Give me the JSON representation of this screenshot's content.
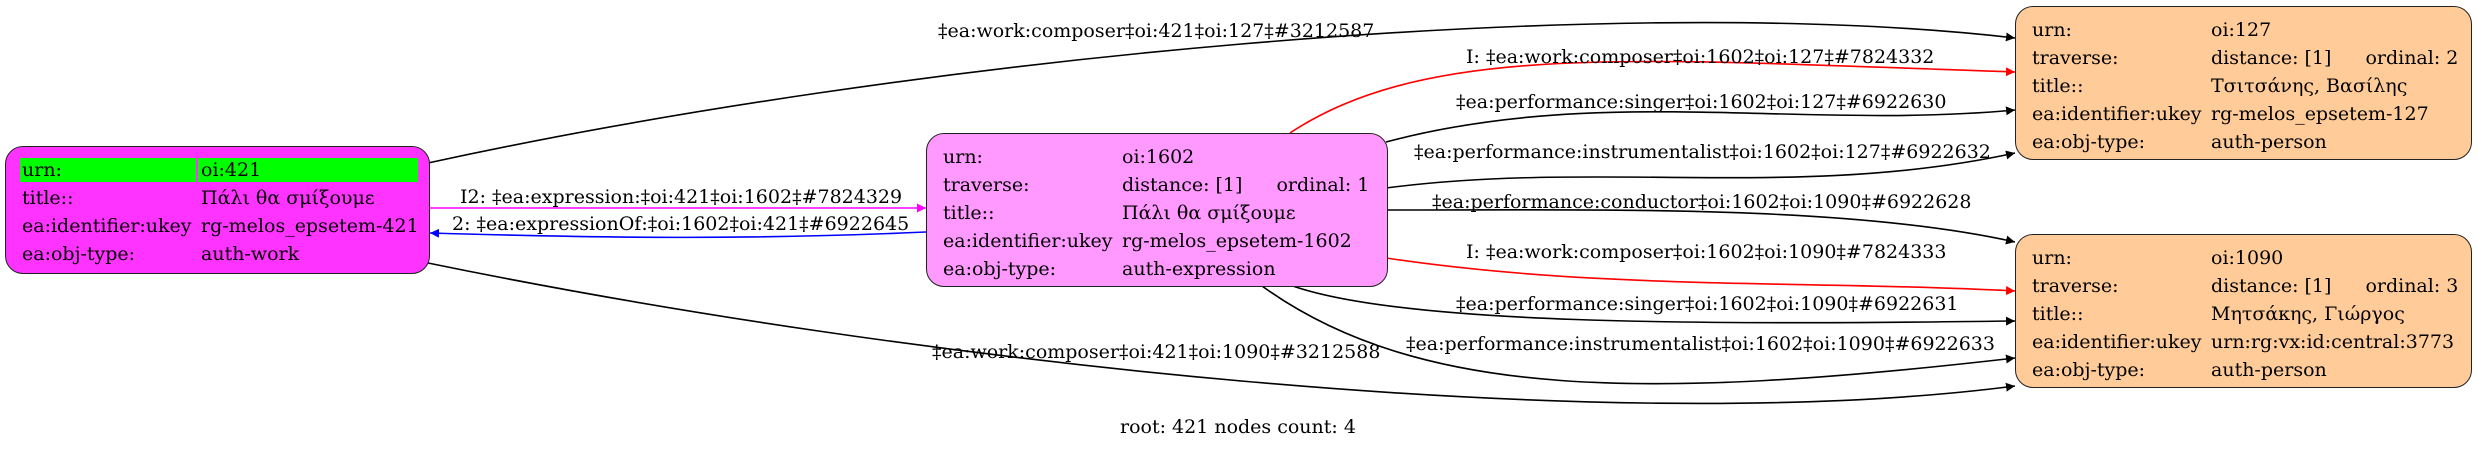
{
  "graph": {
    "footer": "root: 421 nodes count: 4",
    "colors": {
      "root_node_fill": "#ff33ff",
      "root_highlight": "#00ff00",
      "expression_node_fill": "#ff99ff",
      "person_node_fill": "#ffcc99",
      "edge_default": "#000000",
      "edge_composer_inferred": "#ff0000",
      "edge_expression": "#ff00ff",
      "edge_expression_of": "#0000ff"
    },
    "nodes": {
      "n421": {
        "rows": [
          {
            "key": "urn:",
            "value": "oi:421"
          },
          {
            "key": "title::",
            "value": "Πάλι θα σμίξουμε"
          },
          {
            "key": "ea:identifier:ukey",
            "value": "rg-melos_epsetem-421"
          },
          {
            "key": "ea:obj-type:",
            "value": "auth-work"
          }
        ]
      },
      "n1602": {
        "rows": [
          {
            "key": "urn:",
            "value": "oi:1602"
          },
          {
            "key": "traverse:",
            "value": "distance: [1]",
            "value2": "ordinal: 1"
          },
          {
            "key": "title::",
            "value": "Πάλι θα σμίξουμε"
          },
          {
            "key": "ea:identifier:ukey",
            "value": "rg-melos_epsetem-1602"
          },
          {
            "key": "ea:obj-type:",
            "value": "auth-expression"
          }
        ]
      },
      "n127": {
        "rows": [
          {
            "key": "urn:",
            "value": "oi:127"
          },
          {
            "key": "traverse:",
            "value": "distance: [1]",
            "value2": "ordinal: 2"
          },
          {
            "key": "title::",
            "value": "Τσιτσάνης, Βασίλης"
          },
          {
            "key": "ea:identifier:ukey",
            "value": "rg-melos_epsetem-127"
          },
          {
            "key": "ea:obj-type:",
            "value": "auth-person"
          }
        ]
      },
      "n1090": {
        "rows": [
          {
            "key": "urn:",
            "value": "oi:1090"
          },
          {
            "key": "traverse:",
            "value": "distance: [1]",
            "value2": "ordinal: 3"
          },
          {
            "key": "title::",
            "value": "Μητσάκης, Γιώργος"
          },
          {
            "key": "ea:identifier:ukey",
            "value": "urn:rg:vx:id:central:3773"
          },
          {
            "key": "ea:obj-type:",
            "value": "auth-person"
          }
        ]
      }
    },
    "edges": [
      {
        "from": "oi:421",
        "to": "oi:127",
        "label": "‡ea:work:composer‡oi:421‡oi:127‡#3212587",
        "kind": "default"
      },
      {
        "from": "oi:421",
        "to": "oi:1602",
        "label": "I2: ‡ea:expression:‡oi:421‡oi:1602‡#7824329",
        "kind": "expression"
      },
      {
        "from": "oi:1602",
        "to": "oi:421",
        "label": "2: ‡ea:expressionOf:‡oi:1602‡oi:421‡#6922645",
        "kind": "expression_of"
      },
      {
        "from": "oi:421",
        "to": "oi:1090",
        "label": "‡ea:work:composer‡oi:421‡oi:1090‡#3212588",
        "kind": "default"
      },
      {
        "from": "oi:1602",
        "to": "oi:127",
        "label": "I: ‡ea:work:composer‡oi:1602‡oi:127‡#7824332",
        "kind": "composer_inferred"
      },
      {
        "from": "oi:1602",
        "to": "oi:127",
        "label": "‡ea:performance:singer‡oi:1602‡oi:127‡#6922630",
        "kind": "default"
      },
      {
        "from": "oi:1602",
        "to": "oi:127",
        "label": "‡ea:performance:instrumentalist‡oi:1602‡oi:127‡#6922632",
        "kind": "default"
      },
      {
        "from": "oi:1602",
        "to": "oi:1090",
        "label": "‡ea:performance:conductor‡oi:1602‡oi:1090‡#6922628",
        "kind": "default"
      },
      {
        "from": "oi:1602",
        "to": "oi:1090",
        "label": "I: ‡ea:work:composer‡oi:1602‡oi:1090‡#7824333",
        "kind": "composer_inferred"
      },
      {
        "from": "oi:1602",
        "to": "oi:1090",
        "label": "‡ea:performance:singer‡oi:1602‡oi:1090‡#6922631",
        "kind": "default"
      },
      {
        "from": "oi:1602",
        "to": "oi:1090",
        "label": "‡ea:performance:instrumentalist‡oi:1602‡oi:1090‡#6922633",
        "kind": "default"
      }
    ]
  }
}
